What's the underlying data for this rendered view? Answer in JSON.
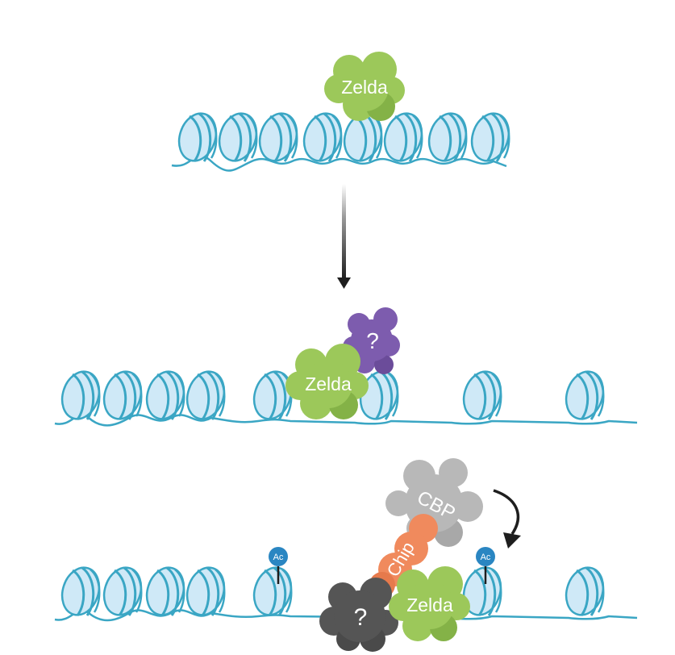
{
  "colors": {
    "dna": "#3aa6c4",
    "nucleosome_fill": "#cfe9f7",
    "nucleosome_stroke": "#3aa6c4",
    "zelda": "#9cc85a",
    "zelda_dark": "#84b247",
    "unknown_purple": "#7d5cae",
    "unknown_gray": "#555555",
    "cbp": "#b8b8b8",
    "chip": "#f08a5d",
    "ac_mark": "#2a86c2",
    "arrow": "#1e1e1e"
  },
  "panels": [
    {
      "labels": {
        "zelda": "Zelda"
      }
    },
    {
      "labels": {
        "zelda": "Zelda",
        "unknown": "?"
      }
    },
    {
      "labels": {
        "zelda": "Zelda",
        "unknown": "?",
        "chip": "Chip",
        "cbp": "CBP",
        "ac_left": "Ac",
        "ac_right": "Ac"
      }
    }
  ]
}
